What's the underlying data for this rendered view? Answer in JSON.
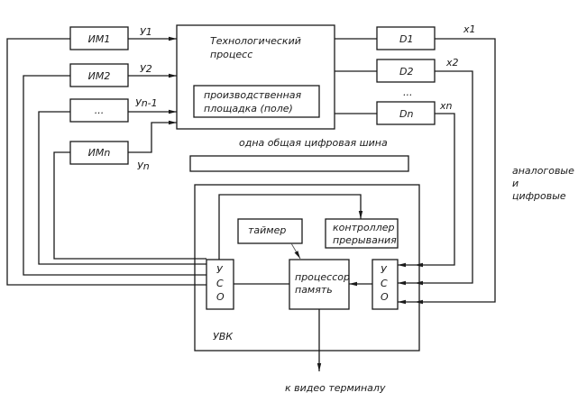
{
  "diagram": {
    "actuators": [
      {
        "label": "ИМ1",
        "signal": "У1"
      },
      {
        "label": "ИМ2",
        "signal": "У2"
      },
      {
        "label": "...",
        "signal": "Уn-1"
      },
      {
        "label": "ИМn",
        "signal": "Уn"
      }
    ],
    "process": {
      "title_line1": "Технологический",
      "title_line2": "процесс",
      "inner_line1": "производственная",
      "inner_line2": "площадка (поле)"
    },
    "sensors": [
      {
        "label": "D1",
        "signal": "x1"
      },
      {
        "label": "D2",
        "signal": "x2"
      },
      {
        "label": "Dn",
        "signal": "xn"
      }
    ],
    "sensors_ellipsis": "...",
    "bus_label": "одна общая цифровая шина",
    "uvk": {
      "label": "УВК",
      "timer": "таймер",
      "interrupt_line1": "контроллер",
      "interrupt_line2": "прерывания",
      "cpu_line1": "процессор",
      "cpu_line2": "память",
      "uso_left": [
        "У",
        "С",
        "О"
      ],
      "uso_right": [
        "У",
        "С",
        "О"
      ]
    },
    "side_note": [
      "аналоговые",
      "и",
      "цифровые"
    ],
    "terminal_label": "к видео терминалу"
  }
}
